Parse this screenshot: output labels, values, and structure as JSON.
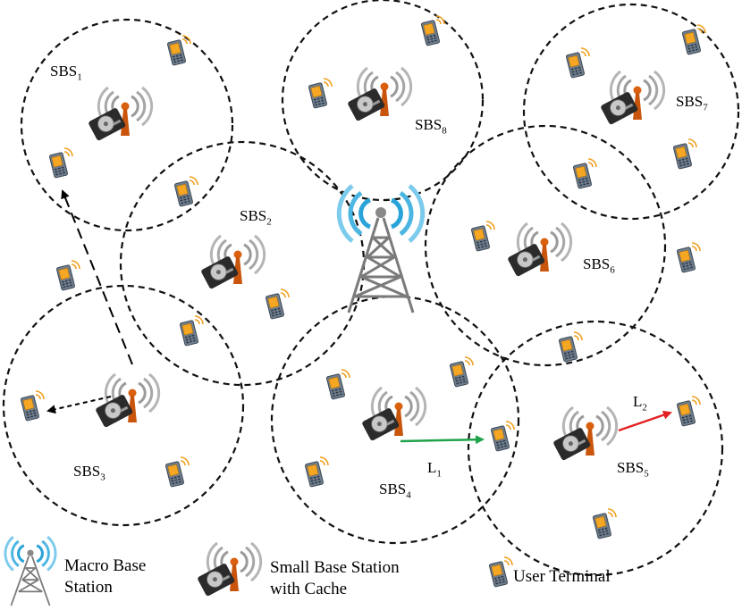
{
  "cells": [
    {
      "id": "sbs1",
      "prefix": "SBS",
      "sub": "1"
    },
    {
      "id": "sbs2",
      "prefix": "SBS",
      "sub": "2"
    },
    {
      "id": "sbs3",
      "prefix": "SBS",
      "sub": "3"
    },
    {
      "id": "sbs4",
      "prefix": "SBS",
      "sub": "4"
    },
    {
      "id": "sbs5",
      "prefix": "SBS",
      "sub": "5"
    },
    {
      "id": "sbs6",
      "prefix": "SBS",
      "sub": "6"
    },
    {
      "id": "sbs7",
      "prefix": "SBS",
      "sub": "7"
    },
    {
      "id": "sbs8",
      "prefix": "SBS",
      "sub": "8"
    }
  ],
  "links": {
    "l1": {
      "prefix": "L",
      "sub": "1",
      "color": "#1fa34a"
    },
    "l2": {
      "prefix": "L",
      "sub": "2",
      "color": "#e32222"
    }
  },
  "legend": {
    "macro_line1": "Macro Base",
    "macro_line2": "Station",
    "small_line1": "Small Base Station",
    "small_line2": "with Cache",
    "user": "User Terminal"
  },
  "colors": {
    "macro_signal": "#2aa3d8",
    "small_signal": "#9a9a9a",
    "small_tower": "#d8600f",
    "phone_body": "#7b8a99",
    "phone_screen": "#f5a623"
  }
}
